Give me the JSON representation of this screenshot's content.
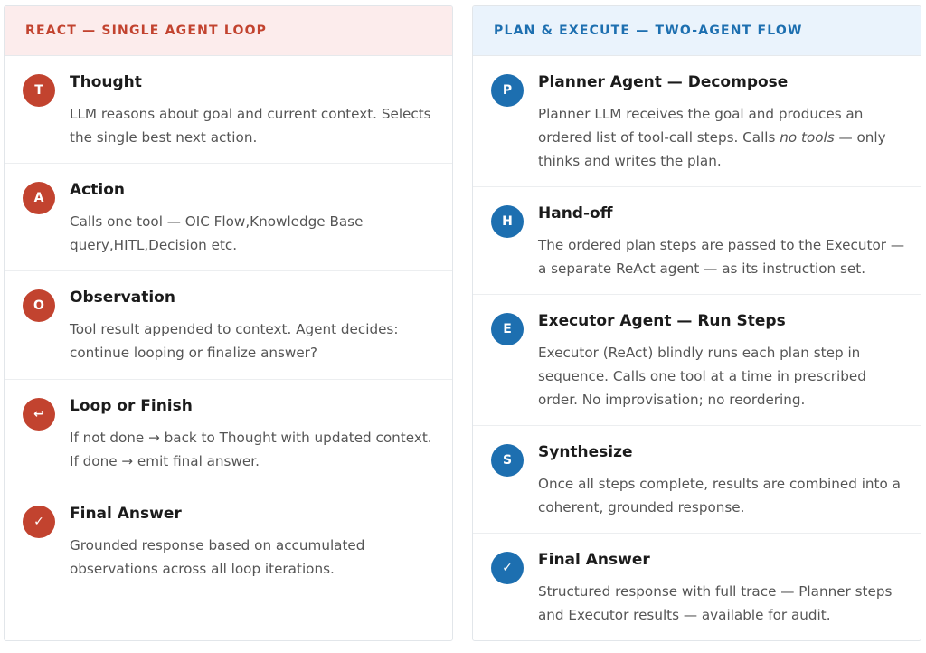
{
  "colors": {
    "react_accent": "#c2432f",
    "react_header_bg": "#fcecec",
    "plan_accent": "#1d6fb0",
    "plan_header_bg": "#eaf3fc"
  },
  "react": {
    "header": "REACT — SINGLE AGENT LOOP",
    "steps": [
      {
        "icon": "T",
        "icon_name": "letter-t-icon",
        "title": "Thought",
        "desc": "LLM reasons about goal and current context. Selects the single best next action."
      },
      {
        "icon": "A",
        "icon_name": "letter-a-icon",
        "title": "Action",
        "desc": "Calls one tool — OIC Flow,Knowledge Base query,HITL,Decision etc."
      },
      {
        "icon": "O",
        "icon_name": "letter-o-icon",
        "title": "Observation",
        "desc": "Tool result appended to context. Agent decides: continue looping or finalize answer?"
      },
      {
        "icon": "↩",
        "icon_name": "return-loop-icon",
        "title": "Loop or Finish",
        "desc": "If not done → back to Thought with updated context. If done → emit final answer."
      },
      {
        "icon": "✓",
        "icon_name": "checkmark-icon",
        "title": "Final Answer",
        "desc": "Grounded response based on accumulated observations across all loop iterations."
      }
    ]
  },
  "plan": {
    "header": "PLAN & EXECUTE — TWO-AGENT FLOW",
    "steps": [
      {
        "icon": "P",
        "icon_name": "letter-p-icon",
        "title": "Planner Agent — Decompose",
        "desc_before": "Planner LLM receives the goal and produces an ordered list of tool-call steps. Calls ",
        "desc_em": "no tools",
        "desc_after": " — only thinks and writes the plan."
      },
      {
        "icon": "H",
        "icon_name": "letter-h-icon",
        "title": "Hand-off",
        "desc": "The ordered plan steps are passed to the Executor — a separate ReAct agent — as its instruction set."
      },
      {
        "icon": "E",
        "icon_name": "letter-e-icon",
        "title": "Executor Agent — Run Steps",
        "desc": "Executor (ReAct) blindly runs each plan step in sequence. Calls one tool at a time in prescribed order. No improvisation; no reordering."
      },
      {
        "icon": "S",
        "icon_name": "letter-s-icon",
        "title": "Synthesize",
        "desc": "Once all steps complete, results are combined into a coherent, grounded response."
      },
      {
        "icon": "✓",
        "icon_name": "checkmark-icon",
        "title": "Final Answer",
        "desc": "Structured response with full trace — Planner steps and Executor results — available for audit."
      }
    ]
  }
}
